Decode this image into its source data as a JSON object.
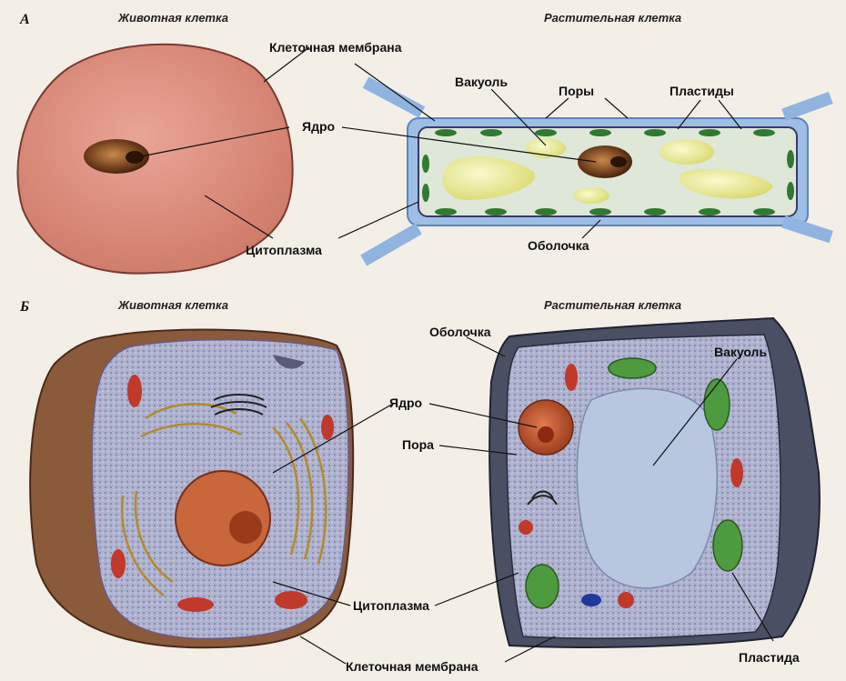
{
  "section_a": {
    "letter": "А",
    "animal_title": "Животная клетка",
    "plant_title": "Растительная клетка",
    "labels": {
      "membrane": "Клеточная мембрана",
      "vacuole": "Вакуоль",
      "pores": "Поры",
      "plastids": "Пластиды",
      "nucleus": "Ядро",
      "cytoplasm": "Цитоплазма",
      "wall": "Оболочка"
    }
  },
  "section_b": {
    "letter": "Б",
    "animal_title": "Животная клетка",
    "plant_title": "Растительная клетка",
    "labels": {
      "wall": "Оболочка",
      "vacuole": "Вакуоль",
      "nucleus": "Ядро",
      "pore": "Пора",
      "cytoplasm": "Цитоплазма",
      "membrane": "Клеточная мембрана",
      "plastid": "Пластида"
    }
  },
  "colors": {
    "animal_cell_a": "#d98a7a",
    "plant_wall": "#8fb4e0",
    "plastid": "#2f7a2f",
    "vacuole": "#e3e37a",
    "nucleus": "#6b3a1a",
    "cytoplasm_b": "#a9adc9",
    "mitochondria": "#c0392b",
    "plant_wall_b": "#4a4f63",
    "vacuole_b": "#b8c6e0"
  }
}
